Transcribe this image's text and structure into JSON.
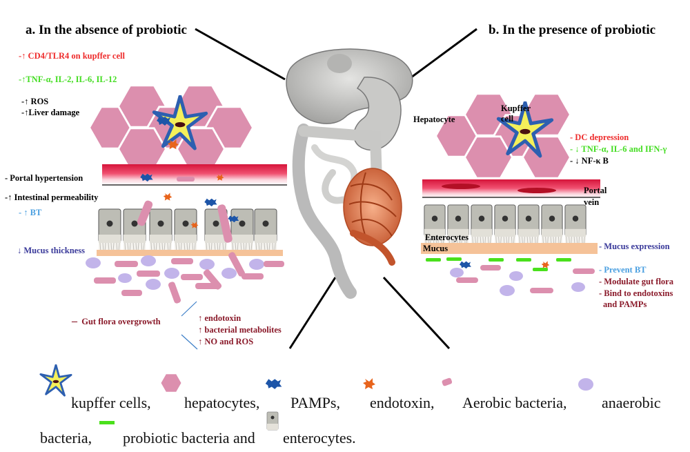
{
  "panel_a": {
    "title": "a. In the absence of probiotic",
    "cd4_tlr4": "-↑ CD4/TLR4 on kupffer cell",
    "cytokines": "-↑TNF-α, IL-2, IL-6, IL-12",
    "ros": "-↑ ROS",
    "liver_damage": "-↑Liver damage",
    "portal_hypertension": "- Portal hypertension",
    "intestinal_permeability": "-↑  Intestinal permeability",
    "bt": "- ↑ BT",
    "mucus_thickness": "↓ Mucus thickness",
    "gut_flora": "Gut flora overgrowth",
    "endotoxin": "↑ endotoxin",
    "metabolites": "↑ bacterial metabolites",
    "no_ros": "↑ NO and ROS"
  },
  "panel_b": {
    "title": "b. In the presence of probiotic",
    "hepatocyte": "Hepatocyte",
    "kupffer_line1": "Kupffer",
    "kupffer_line2": "cell",
    "dc_depression": "- DC depression",
    "cytokines": "- ↓ TNF-α, IL-6 and IFN-γ",
    "nfkb": "- ↓ NF-κ B",
    "portal_line1": "Portal",
    "portal_line2": "vein",
    "enterocytes": "Enterocytes",
    "mucus": "Mucus",
    "mucus_expression": "- Mucus expression",
    "prevent_bt": "- Prevent BT",
    "modulate": "- Modulate gut flora",
    "bind_line1": "- Bind to endotoxins",
    "bind_line2": "and PAMPs"
  },
  "legend": {
    "kupffer": "kupffer cells,",
    "hepatocytes": "hepatocytes,",
    "pamps": "PAMPs,",
    "endotoxin": "endotoxin,",
    "aerobic": "Aerobic bacteria,",
    "anaerobic": "anaerobic",
    "bacteria": "bacteria,",
    "probiotic": "probiotic bacteria and",
    "enterocytes": "enterocytes."
  },
  "colors": {
    "red": "#ee2b2b",
    "green": "#44dd22",
    "blue_light": "#4a9fe0",
    "purple": "#3a3a9a",
    "maroon": "#8a1a2a",
    "hepatocyte": "#dc8fae",
    "kupffer_fill": "#f4f05a",
    "kupffer_border": "#2d5fb0",
    "lavender": "#c2b4ea",
    "mucus": "#f5c298",
    "probiotic": "#4ae01c"
  }
}
